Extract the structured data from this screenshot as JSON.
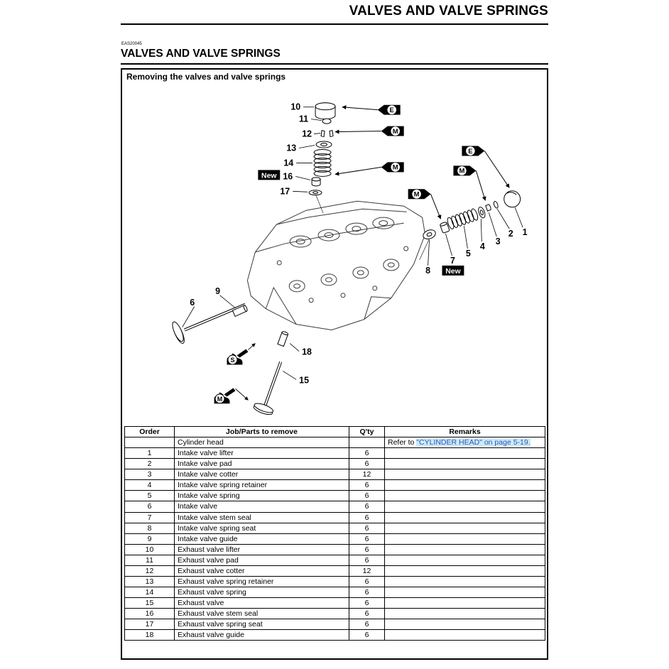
{
  "page": {
    "running_header": "VALVES AND VALVE SPRINGS",
    "eas_code": "EAS20045",
    "section_title": "VALVES AND VALVE SPRINGS"
  },
  "figure": {
    "title": "Removing the valves and valve springs",
    "new_label": "New",
    "callouts": [
      "10",
      "11",
      "12",
      "13",
      "14",
      "16",
      "17",
      "8",
      "7",
      "5",
      "4",
      "3",
      "2",
      "1",
      "9",
      "6",
      "18",
      "15"
    ],
    "badges": [
      "E",
      "M",
      "M",
      "E",
      "M",
      "M",
      "S",
      "M"
    ]
  },
  "table": {
    "headers": [
      "Order",
      "Job/Parts to remove",
      "Q'ty",
      "Remarks"
    ],
    "rows": [
      {
        "order": "",
        "job": "Cylinder head",
        "qty": "",
        "remarks_prefix": "Refer to ",
        "remarks_link": "\"CYLINDER HEAD\" on page 5-19."
      },
      {
        "order": "1",
        "job": "Intake valve lifter",
        "qty": "6",
        "remarks": ""
      },
      {
        "order": "2",
        "job": "Intake valve pad",
        "qty": "6",
        "remarks": ""
      },
      {
        "order": "3",
        "job": "Intake valve cotter",
        "qty": "12",
        "remarks": ""
      },
      {
        "order": "4",
        "job": "Intake valve spring retainer",
        "qty": "6",
        "remarks": ""
      },
      {
        "order": "5",
        "job": "Intake valve spring",
        "qty": "6",
        "remarks": ""
      },
      {
        "order": "6",
        "job": "Intake valve",
        "qty": "6",
        "remarks": ""
      },
      {
        "order": "7",
        "job": "Intake valve stem seal",
        "qty": "6",
        "remarks": ""
      },
      {
        "order": "8",
        "job": "Intake valve spring seat",
        "qty": "6",
        "remarks": ""
      },
      {
        "order": "9",
        "job": "Intake valve guide",
        "qty": "6",
        "remarks": ""
      },
      {
        "order": "10",
        "job": "Exhaust valve lifter",
        "qty": "6",
        "remarks": ""
      },
      {
        "order": "11",
        "job": "Exhaust valve pad",
        "qty": "6",
        "remarks": ""
      },
      {
        "order": "12",
        "job": "Exhaust valve cotter",
        "qty": "12",
        "remarks": ""
      },
      {
        "order": "13",
        "job": "Exhaust valve spring retainer",
        "qty": "6",
        "remarks": ""
      },
      {
        "order": "14",
        "job": "Exhaust valve spring",
        "qty": "6",
        "remarks": ""
      },
      {
        "order": "15",
        "job": "Exhaust valve",
        "qty": "6",
        "remarks": ""
      },
      {
        "order": "16",
        "job": "Exhaust valve stem seal",
        "qty": "6",
        "remarks": ""
      },
      {
        "order": "17",
        "job": "Exhaust valve spring seat",
        "qty": "6",
        "remarks": ""
      },
      {
        "order": "18",
        "job": "Exhaust valve guide",
        "qty": "6",
        "remarks": ""
      }
    ]
  },
  "colors": {
    "ink": "#000000",
    "link_blue": "#2f55b8",
    "link_highlight": "#cdeaf8"
  }
}
